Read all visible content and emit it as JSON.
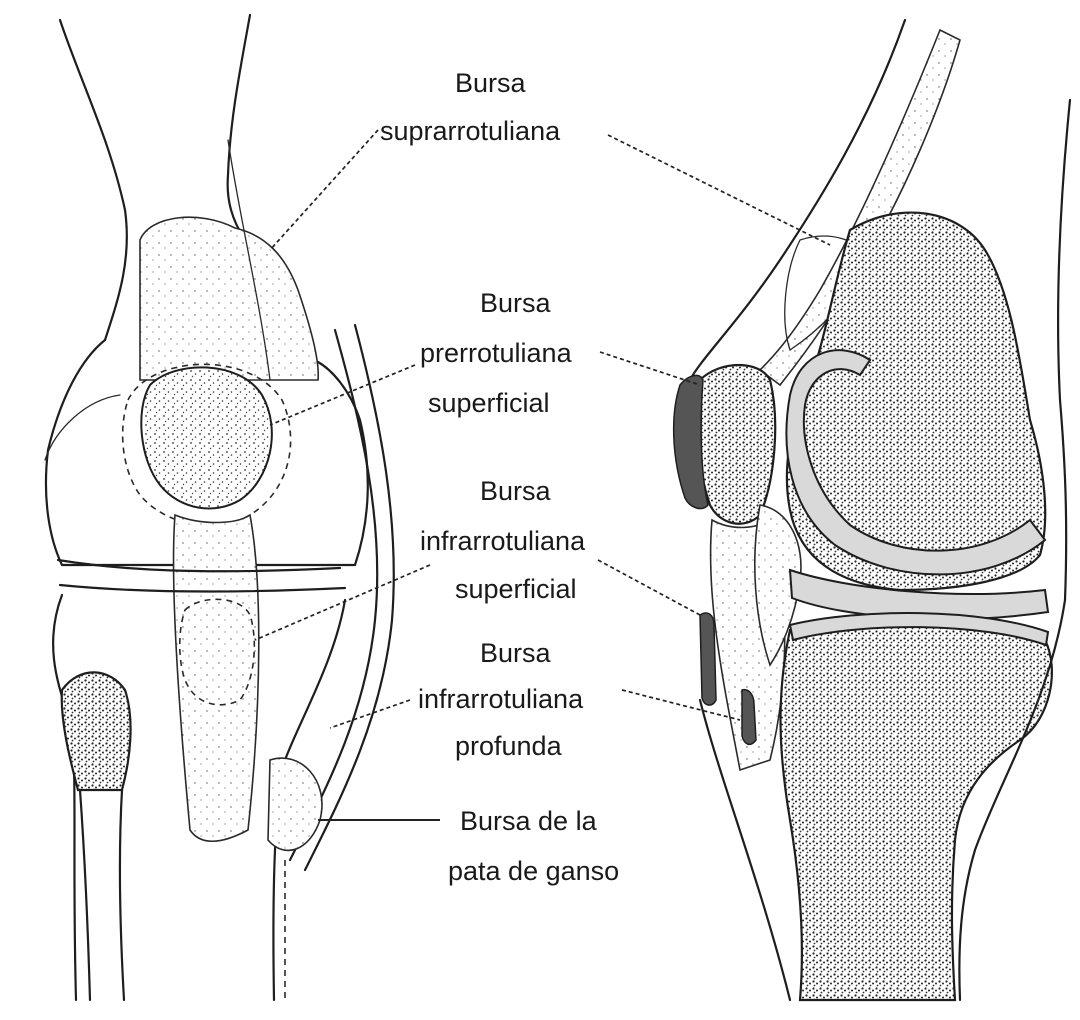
{
  "labels": {
    "suprarrotuliana": [
      "Bursa",
      "suprarrotuliana"
    ],
    "prerrotuliana": [
      "Bursa",
      "prerrotuliana",
      "superficial"
    ],
    "infra_superficial": [
      "Bursa",
      "infrarrotuliana",
      "superficial"
    ],
    "infra_profunda": [
      "Bursa",
      "infrarrotuliana",
      "profunda"
    ],
    "pata_de_ganso": [
      "Bursa de la",
      "pata de ganso"
    ]
  }
}
